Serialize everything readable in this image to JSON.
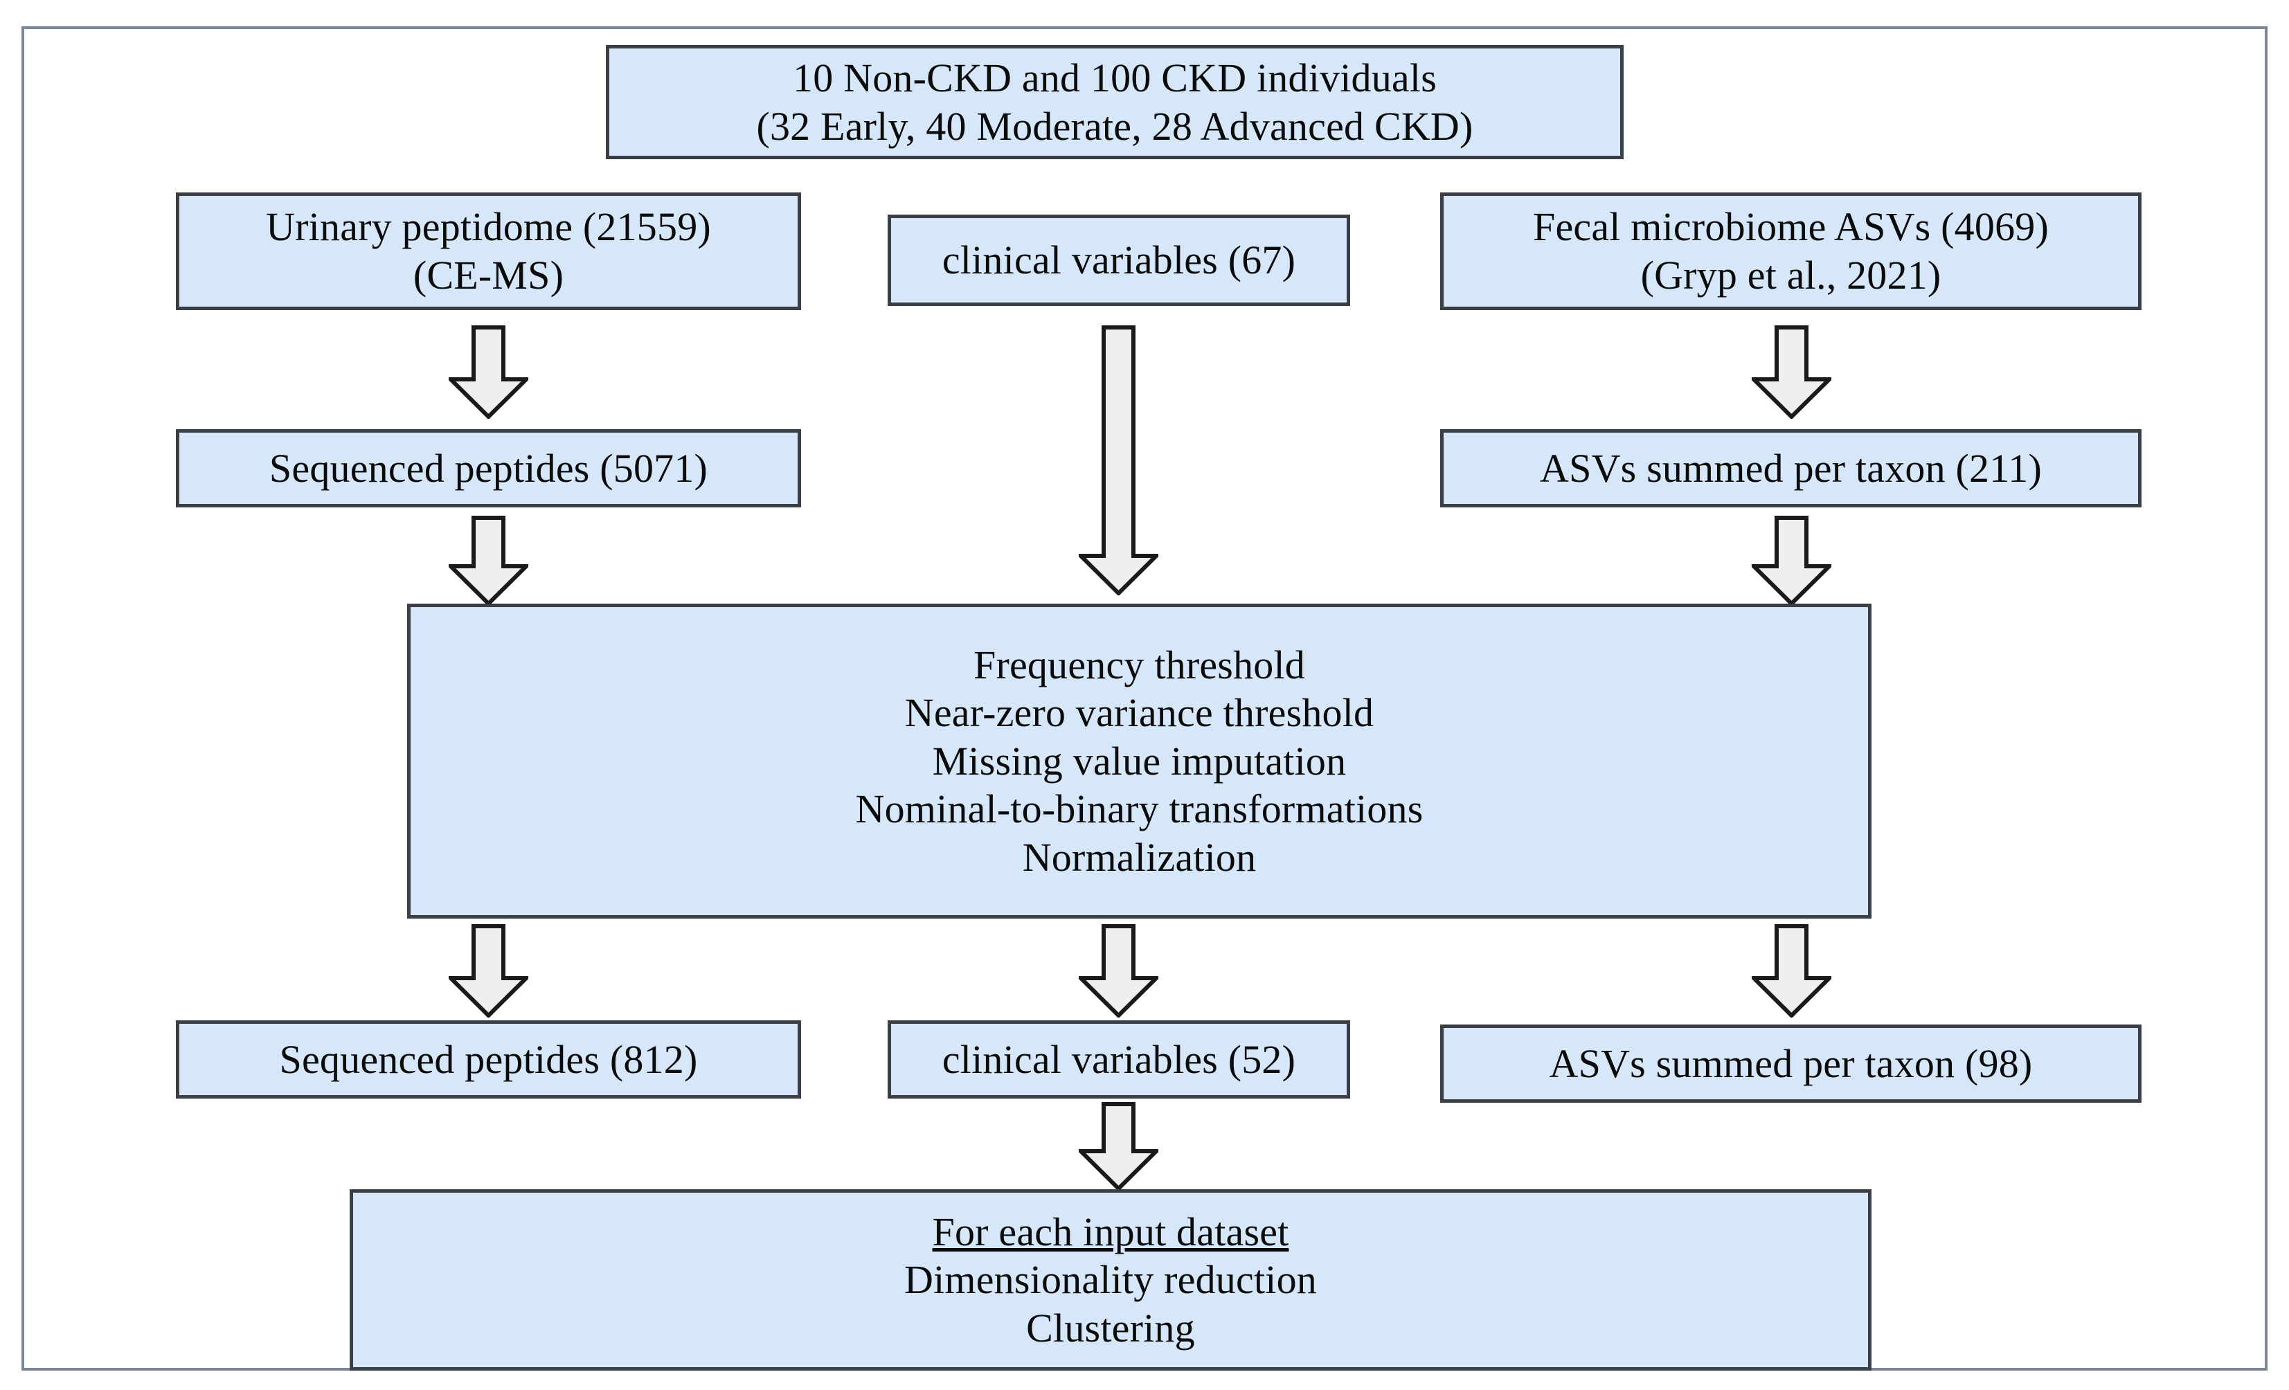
{
  "diagram": {
    "title": "CKD multi-omics data preprocessing workflow",
    "colors": {
      "node_fill": "#d7e7fa",
      "node_border": "#3a3f45",
      "frame_border": "#7b8795",
      "arrow_fill": "#efefef",
      "arrow_border": "#1a1a1a",
      "background": "#ffffff",
      "text": "#0b0b0b"
    },
    "nodes": {
      "cohort": {
        "lines": [
          "10 Non-CKD and 100 CKD individuals",
          "(32 Early, 40 Moderate, 28 Advanced CKD)"
        ]
      },
      "urinary_peptidome": {
        "lines": [
          "Urinary peptidome (21559)",
          "(CE-MS)"
        ]
      },
      "clinical_variables_input": {
        "lines": [
          "clinical variables (67)"
        ]
      },
      "fecal_microbiome": {
        "lines": [
          "Fecal microbiome ASVs (4069)",
          "(Gryp et al., 2021)"
        ]
      },
      "sequenced_peptides_raw": {
        "lines": [
          "Sequenced peptides (5071)"
        ]
      },
      "asvs_per_taxon_raw": {
        "lines": [
          "ASVs summed per taxon (211)"
        ]
      },
      "preprocessing": {
        "lines": [
          "Frequency threshold",
          "Near-zero variance threshold",
          "Missing value imputation",
          "Nominal-to-binary transformations",
          "Normalization"
        ]
      },
      "sequenced_peptides_filtered": {
        "lines": [
          "Sequenced peptides (812)"
        ]
      },
      "clinical_variables_filtered": {
        "lines": [
          "clinical variables (52)"
        ]
      },
      "asvs_per_taxon_filtered": {
        "lines": [
          "ASVs summed per taxon (98)"
        ]
      },
      "analysis": {
        "heading": "For each input dataset",
        "lines": [
          "Dimensionality reduction",
          "Clustering"
        ]
      }
    },
    "arrows": [
      {
        "name": "arrow-peptidome-to-sequenced",
        "from": "urinary_peptidome",
        "to": "sequenced_peptides_raw"
      },
      {
        "name": "arrow-clinical-to-preprocessing",
        "from": "clinical_variables_input",
        "to": "preprocessing"
      },
      {
        "name": "arrow-microbiome-to-asvs",
        "from": "fecal_microbiome",
        "to": "asvs_per_taxon_raw"
      },
      {
        "name": "arrow-sequenced-to-preprocessing",
        "from": "sequenced_peptides_raw",
        "to": "preprocessing"
      },
      {
        "name": "arrow-asvs-to-preprocessing",
        "from": "asvs_per_taxon_raw",
        "to": "preprocessing"
      },
      {
        "name": "arrow-preprocessing-to-peptides812",
        "from": "preprocessing",
        "to": "sequenced_peptides_filtered"
      },
      {
        "name": "arrow-preprocessing-to-clinical52",
        "from": "preprocessing",
        "to": "clinical_variables_filtered"
      },
      {
        "name": "arrow-preprocessing-to-asvs98",
        "from": "preprocessing",
        "to": "asvs_per_taxon_filtered"
      },
      {
        "name": "arrow-clinical52-to-analysis",
        "from": "clinical_variables_filtered",
        "to": "analysis"
      }
    ]
  }
}
